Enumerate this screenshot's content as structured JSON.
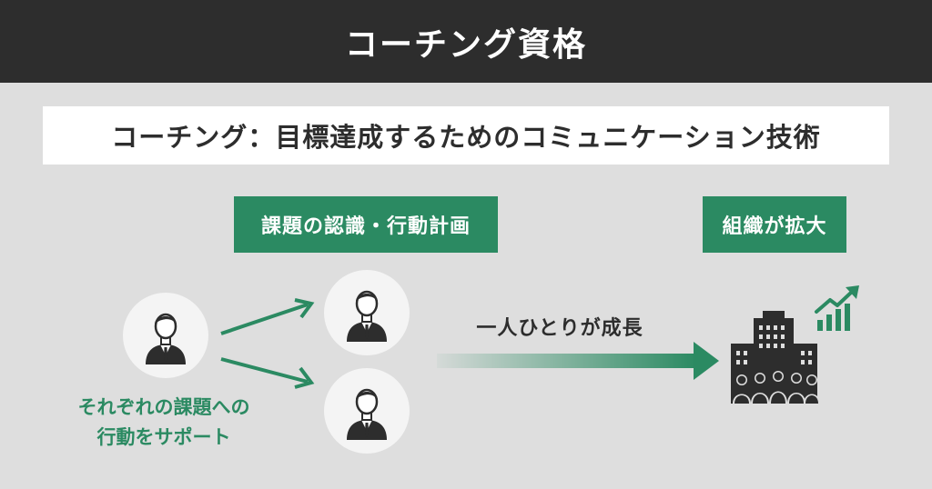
{
  "header": {
    "title": "コーチング資格"
  },
  "subtitle": {
    "text": "コーチング：目標達成するためのコミュニケーション技術"
  },
  "tags": {
    "left": "課題の認識・行動計画",
    "right": "組織が拡大"
  },
  "caption": {
    "line1": "それぞれの課題への",
    "line2": "行動をサポート"
  },
  "growth": {
    "label": "一人ひとりが成長"
  },
  "icons": {
    "person": "person-icon",
    "building": "building-icon",
    "chart": "growth-chart-icon",
    "arrow": "arrow-right-icon"
  },
  "colors": {
    "header_bg": "#2d2d2d",
    "background": "#dedede",
    "accent": "#2b8a62",
    "text_dark": "#2d2d2d"
  }
}
